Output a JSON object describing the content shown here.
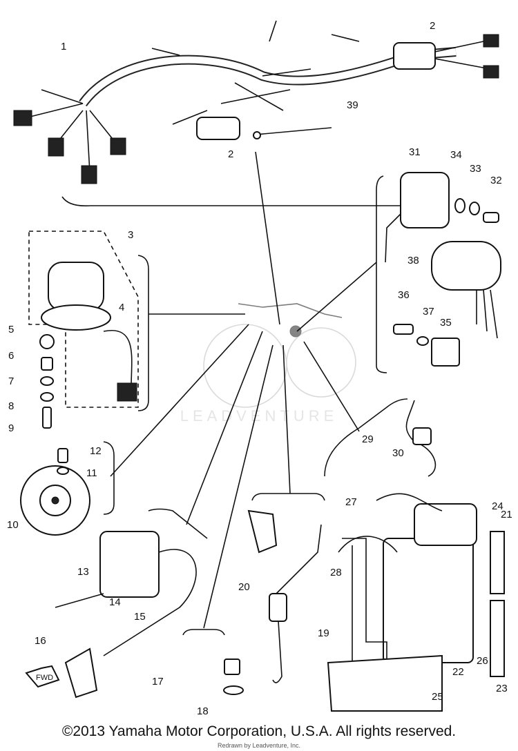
{
  "diagram": {
    "callouts": [
      "1",
      "2",
      "2",
      "3",
      "4",
      "5",
      "6",
      "7",
      "8",
      "9",
      "10",
      "11",
      "12",
      "13",
      "14",
      "15",
      "16",
      "17",
      "18",
      "19",
      "20",
      "21",
      "22",
      "23",
      "24",
      "25",
      "26",
      "27",
      "28",
      "29",
      "30",
      "31",
      "32",
      "33",
      "34",
      "35",
      "36",
      "37",
      "38",
      "39"
    ],
    "fwd_label": "FWD",
    "watermark": "LEADVENTURE"
  },
  "footer": {
    "copyright": "©2013 Yamaha Motor Corporation, U.S.A. All rights reserved.",
    "redrawn": "Redrawn by Leadventure, Inc."
  }
}
